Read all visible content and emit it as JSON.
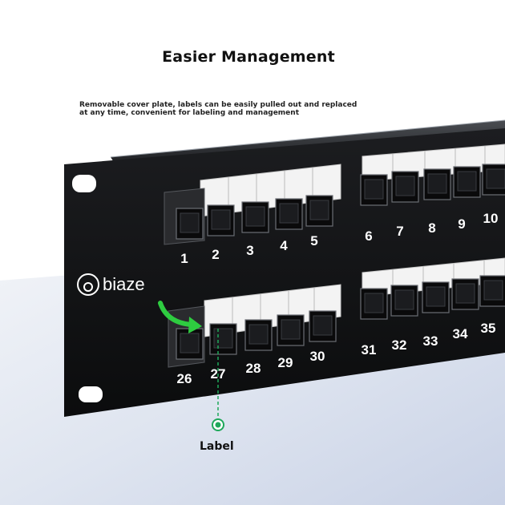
{
  "headline": "Easier Management",
  "description": "Removable cover plate, labels can be easily pulled out and replaced\n at any time, convenient for labeling and management",
  "brand": "biaze",
  "callout_label": "Label",
  "port_numbers_top": [
    "1",
    "2",
    "3",
    "4",
    "5",
    "6",
    "7",
    "8",
    "9",
    "10"
  ],
  "port_numbers_bottom": [
    "26",
    "27",
    "28",
    "29",
    "30",
    "31",
    "32",
    "33",
    "34",
    "35"
  ],
  "colors": {
    "panel": "#121315",
    "background_floor": "#dde3ef",
    "arrow": "#2ecc40",
    "callout": "#1fa85a",
    "label_strip": "#f4f4f4"
  }
}
